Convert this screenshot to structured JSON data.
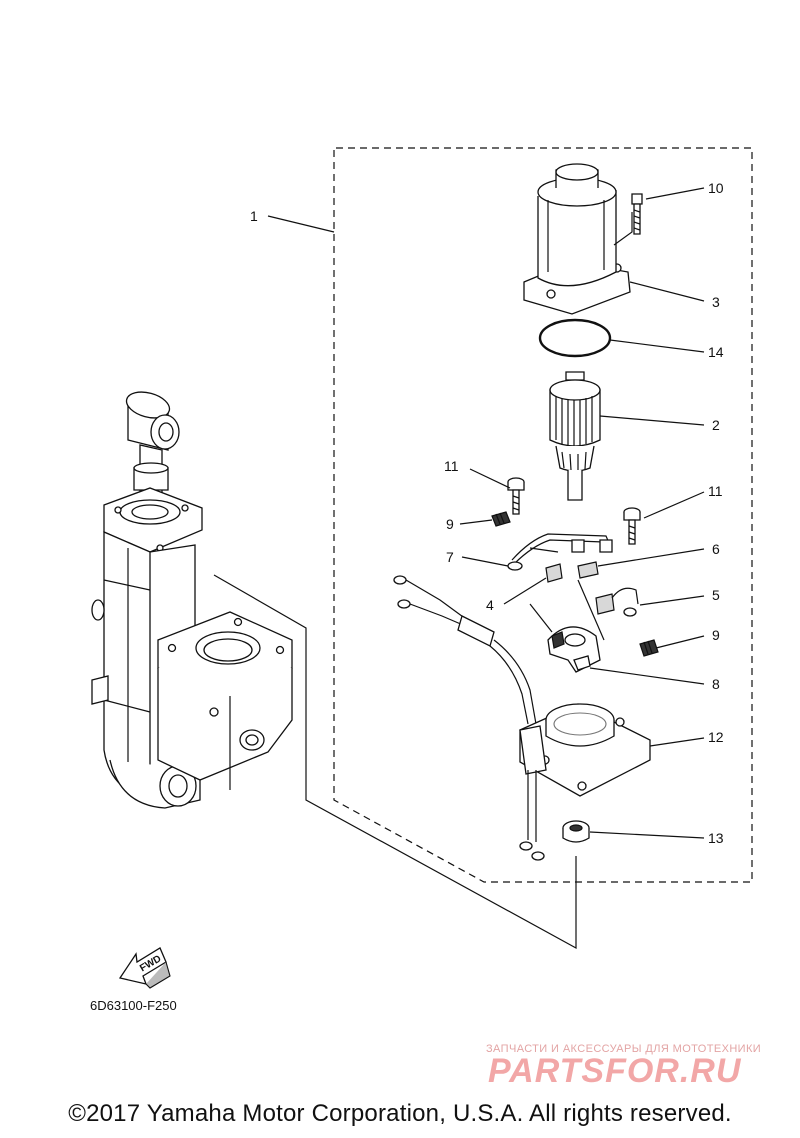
{
  "diagram": {
    "callouts": {
      "c1": "1",
      "c2": "2",
      "c3": "3",
      "c4": "4",
      "c5": "5",
      "c6": "6",
      "c7": "7",
      "c8": "8",
      "c9a": "9",
      "c9b": "9",
      "c10": "10",
      "c11a": "11",
      "c11b": "11",
      "c12": "12",
      "c13": "13",
      "c14": "14"
    },
    "fwd_label": "FWD",
    "drawing_code": "6D63100-F250"
  },
  "watermark": {
    "tagline": "ЗАПЧАСТИ И АКСЕССУАРЫ ДЛЯ МОТОТЕХНИКИ",
    "logo": "PARTSFOR.RU",
    "color": "#f2a7a7"
  },
  "footer": {
    "copyright": "©2017 Yamaha Motor Corporation, U.S.A. All rights reserved."
  }
}
